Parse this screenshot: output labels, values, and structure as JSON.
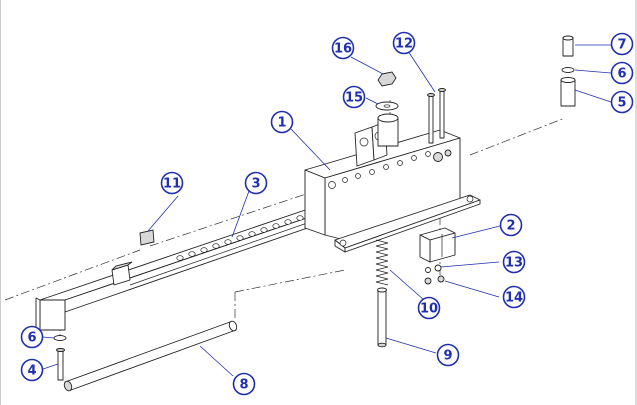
{
  "diagram": {
    "callouts": [
      {
        "id": "c1",
        "label": "1"
      },
      {
        "id": "c2",
        "label": "2"
      },
      {
        "id": "c3",
        "label": "3"
      },
      {
        "id": "c4",
        "label": "4"
      },
      {
        "id": "c5",
        "label": "5"
      },
      {
        "id": "c6a",
        "label": "6"
      },
      {
        "id": "c6b",
        "label": "6"
      },
      {
        "id": "c7",
        "label": "7"
      },
      {
        "id": "c8",
        "label": "8"
      },
      {
        "id": "c9",
        "label": "9"
      },
      {
        "id": "c10",
        "label": "10"
      },
      {
        "id": "c11",
        "label": "11"
      },
      {
        "id": "c12",
        "label": "12"
      },
      {
        "id": "c13",
        "label": "13"
      },
      {
        "id": "c14",
        "label": "14"
      },
      {
        "id": "c15",
        "label": "15"
      },
      {
        "id": "c16",
        "label": "16"
      }
    ],
    "colors": {
      "callout": "#1f2fb0",
      "line": "#222222",
      "background": "#ffffff"
    }
  }
}
